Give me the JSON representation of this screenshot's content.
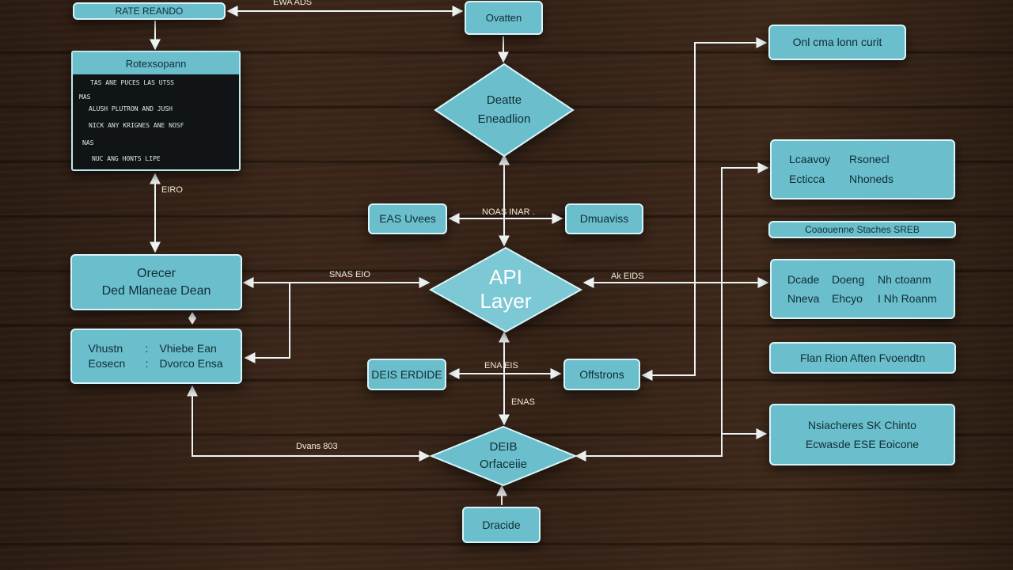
{
  "header": {
    "top_left_box": "RATE REANDO",
    "top_center_box": "Ovatten",
    "top_edge_label": "EWA ADS"
  },
  "terminal": {
    "title": "Rotexsopann",
    "lines": [
      "TAS ANE PUCES LAS UTSS",
      "MAS",
      "ALUSH PLUTRON AND JUSH",
      "NICK ANY KRIGNES ANE NOSF",
      "NAS",
      "NUC ANG HONTS LIPE"
    ]
  },
  "left": {
    "terminal_edge_label": "EIRO",
    "box_center": [
      "Orecer",
      "Ded Mlaneae Dean"
    ],
    "box_lower": [
      [
        "Vhustn",
        ":",
        "Vhiebe Ean"
      ],
      [
        "Eosecn",
        ":",
        "Dvorco Ensa"
      ]
    ]
  },
  "center": {
    "diamond_top": [
      "Deatte",
      "Eneadlion"
    ],
    "pill_left_top": "EAS Uvees",
    "pill_right_top": "Dmuaviss",
    "edge_label_top": "NOAS INAR .",
    "diamond_api": [
      "API",
      "Layer"
    ],
    "edge_label_api_left": "SNAS EIO",
    "edge_label_api_right": "Ak EIDS",
    "pill_left_bottom": "DEIS ERDIDE",
    "pill_right_bottom": "Offstrons",
    "edge_label_bottom": "ENA EIS",
    "edge_label_vertical": "ENAS",
    "diamond_bottom": [
      "DEIB",
      "Orfaceiie"
    ],
    "edge_label_data": "Dvans 803",
    "bottom_box": "Dracide"
  },
  "right": {
    "box_1": "Onl cma lonn curit",
    "box_2": [
      [
        "Lcaavoy",
        "Rsonecl"
      ],
      [
        "Ecticca",
        "Nhoneds"
      ]
    ],
    "bar_3": "Coaouenne Staches SREB",
    "box_4": [
      [
        "Dcade",
        "Doeng",
        "Nh ctoanm"
      ],
      [
        "Nneva",
        "Ehcyo",
        "I Nh Roanm"
      ]
    ],
    "box_5": "Flan Rion Aften Fvoendtn",
    "box_6": [
      "Nsiacheres SK Chinto",
      "Ecwasde ESE Eoicone"
    ]
  },
  "colors": {
    "box_fill": "#6bbecb",
    "box_border": "#d9f4f8",
    "wire": "#eef4f4",
    "background": "#3a2518"
  }
}
